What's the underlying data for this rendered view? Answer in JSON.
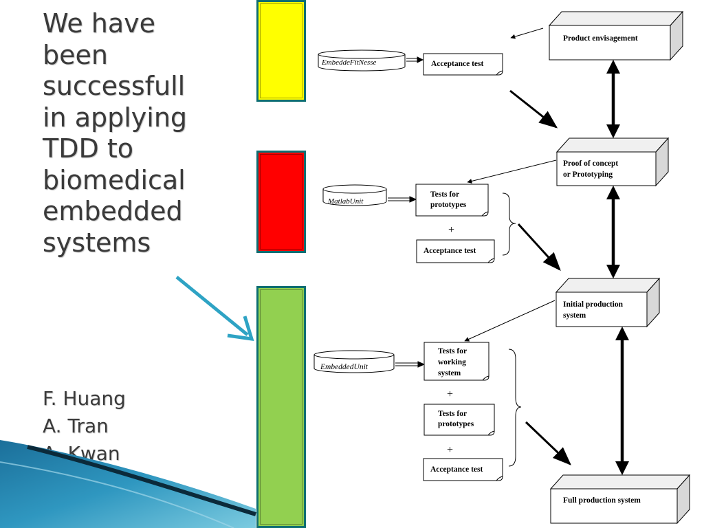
{
  "slide": {
    "title_lines": [
      "We have",
      "been",
      "successfull",
      "in applying",
      "TDD to",
      "biomedical",
      "embedded",
      "systems"
    ],
    "authors": [
      "F. Huang",
      "A. Tran",
      "A. Kwan"
    ]
  },
  "colors": {
    "title_text": "#3a3a3a",
    "bar_yellow": "#ffff00",
    "bar_red": "#ff0000",
    "bar_green": "#92d050",
    "bar_border": "#0e6e72",
    "pointer_arrow": "#2ea3c4"
  },
  "stages": {
    "product_envisagement": "Product envisagement",
    "proof_of_concept": [
      "Proof of concept",
      "or Prototyping"
    ],
    "initial_production": [
      "Initial production",
      "system"
    ],
    "full_production": "Full production system"
  },
  "tools": {
    "fitnesse": "EmbeddeFitNesse",
    "matlab": "MatlabUnit",
    "embedded": "EmbeddedUnit"
  },
  "tests": {
    "acceptance": "Acceptance test",
    "prototypes": [
      "Tests for",
      "prototypes"
    ],
    "working_system": [
      "Tests for",
      "working",
      "system"
    ],
    "plus": "+"
  }
}
